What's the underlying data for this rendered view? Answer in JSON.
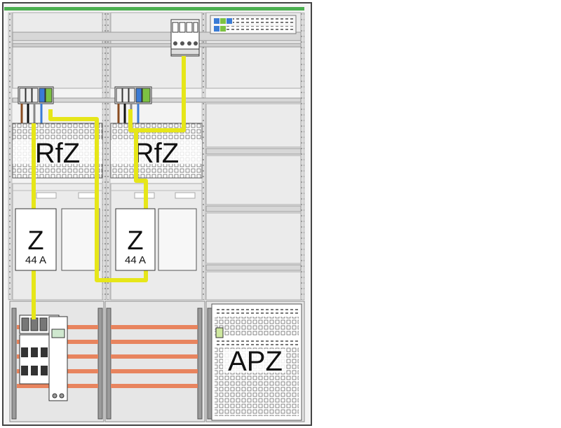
{
  "rfz_labels": [
    "RfZ",
    "RfZ"
  ],
  "meters": [
    {
      "symbol": "Z",
      "rating": "44 A"
    },
    {
      "symbol": "Z",
      "rating": "44 A"
    }
  ],
  "apz_label": "APZ",
  "colors": {
    "frame": "#444444",
    "panel": "#ebebeb",
    "rail": "#d7d7d7",
    "wire": "#e6e619",
    "busbar": "#e8845e",
    "top_strip": "#4caf50",
    "terminal_blue": "#3a7bd5",
    "terminal_green": "#7cc242"
  }
}
